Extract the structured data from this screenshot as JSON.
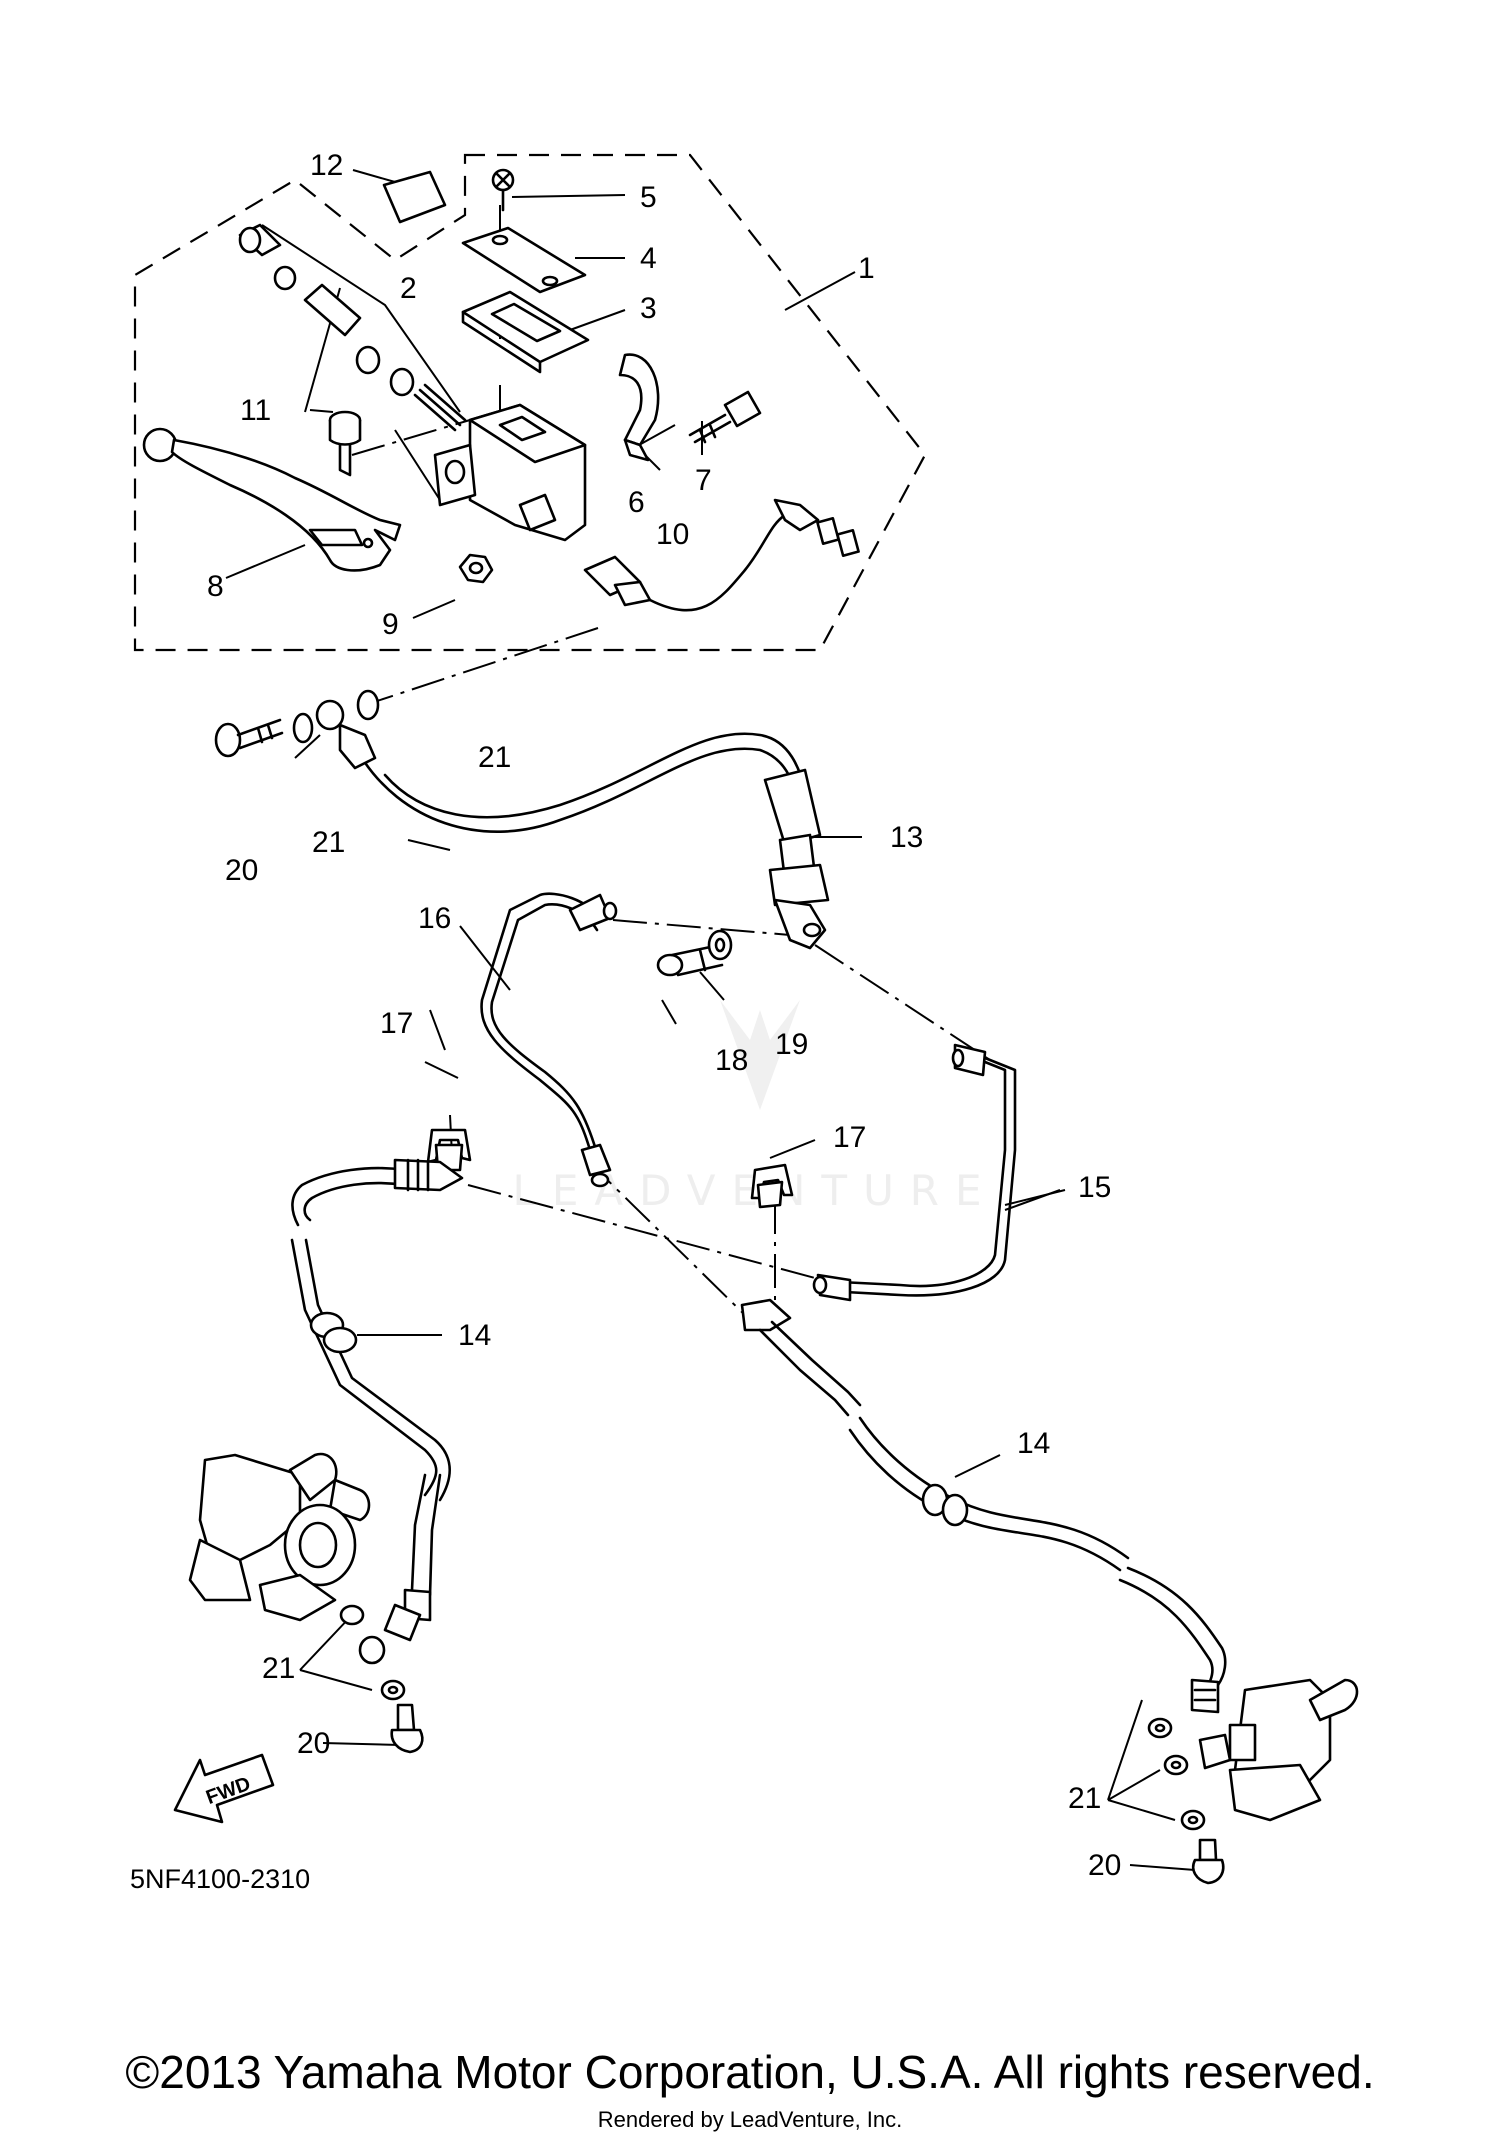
{
  "diagram": {
    "watermark": "LEADVENTURE",
    "diagram_code": "5NF4100-2310",
    "fwd_label": "FWD",
    "callouts": {
      "c1": "1",
      "c2": "2",
      "c3": "3",
      "c4": "4",
      "c5": "5",
      "c6": "6",
      "c7": "7",
      "c8": "8",
      "c9": "9",
      "c10": "10",
      "c11": "11",
      "c12": "12",
      "c13": "13",
      "c14a": "14",
      "c14b": "14",
      "c15": "15",
      "c16": "16",
      "c17a": "17",
      "c17b": "17",
      "c18": "18",
      "c19": "19",
      "c20a": "20",
      "c20b": "20",
      "c20c": "20",
      "c21a": "21",
      "c21b": "21",
      "c21c": "21",
      "c21d": "21"
    }
  },
  "footer": {
    "copyright": "©2013 Yamaha Motor Corporation, U.S.A. All rights reserved.",
    "rendered_by": "Rendered by LeadVenture, Inc."
  }
}
